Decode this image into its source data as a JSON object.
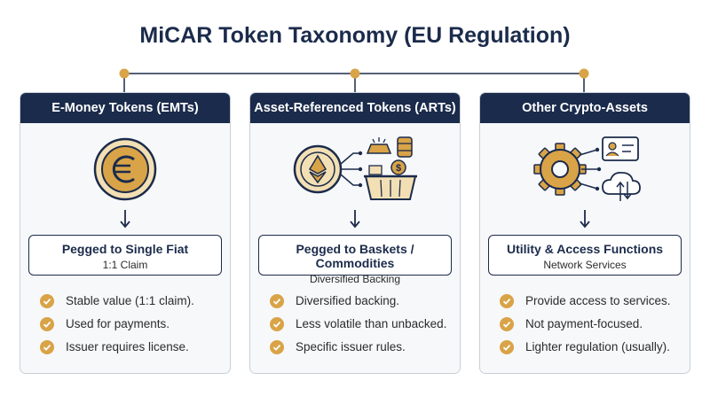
{
  "title": "MiCAR Token Taxonomy (EU Regulation)",
  "colors": {
    "navy": "#1b2b4b",
    "gold": "#d9a347",
    "card_bg": "#f7f8fa"
  },
  "categories": [
    {
      "header": "E-Money Tokens (EMTs)",
      "icon": "euro-coin-icon",
      "function_title": "Pegged to Single Fiat",
      "function_sub": "1:1 Claim",
      "bullets": [
        "Stable value (1:1 claim).",
        "Used for payments.",
        "Issuer requires license."
      ]
    },
    {
      "header": "Asset-Referenced Tokens (ARTs)",
      "icon": "asset-basket-icon",
      "function_title": "Pegged to Baskets / Commodities",
      "function_sub": "Diversified Backing",
      "bullets": [
        "Diversified backing.",
        "Less volatile than unbacked.",
        "Specific issuer rules."
      ]
    },
    {
      "header": "Other Crypto-Assets",
      "icon": "utility-gear-icon",
      "function_title": "Utility & Access Functions",
      "function_sub": "Network Services",
      "bullets": [
        "Provide access to services.",
        "Not payment-focused.",
        "Lighter regulation (usually)."
      ]
    }
  ]
}
